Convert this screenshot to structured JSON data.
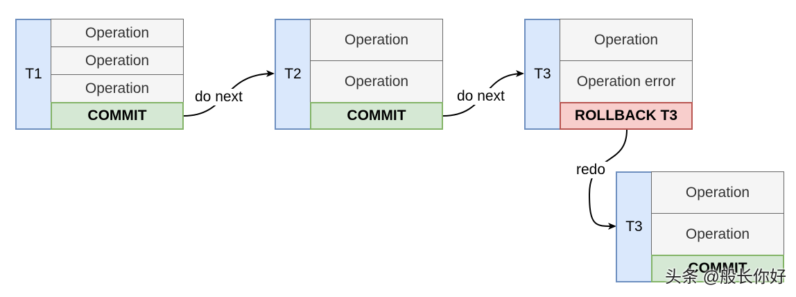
{
  "transactions": [
    {
      "id": "T1",
      "operations": [
        "Operation",
        "Operation",
        "Operation"
      ],
      "final": "COMMIT"
    },
    {
      "id": "T2",
      "operations": [
        "Operation",
        "Operation"
      ],
      "final": "COMMIT"
    },
    {
      "id": "T3",
      "operations": [
        "Operation",
        "Operation error"
      ],
      "final": "ROLLBACK T3"
    },
    {
      "id": "T3",
      "operations": [
        "Operation",
        "Operation"
      ],
      "final": "COMMIT"
    }
  ],
  "edges": [
    {
      "label": "do next"
    },
    {
      "label": "do next"
    },
    {
      "label": "redo"
    }
  ],
  "watermark": "头条 @般长你好",
  "colors": {
    "tx_fill": "#dae8fc",
    "tx_stroke": "#6c8ebf",
    "op_fill": "#f5f5f5",
    "op_stroke": "#666666",
    "commit_fill": "#d5e8d4",
    "commit_stroke": "#82b366",
    "rollback_fill": "#f8cecc",
    "rollback_stroke": "#b85450"
  }
}
